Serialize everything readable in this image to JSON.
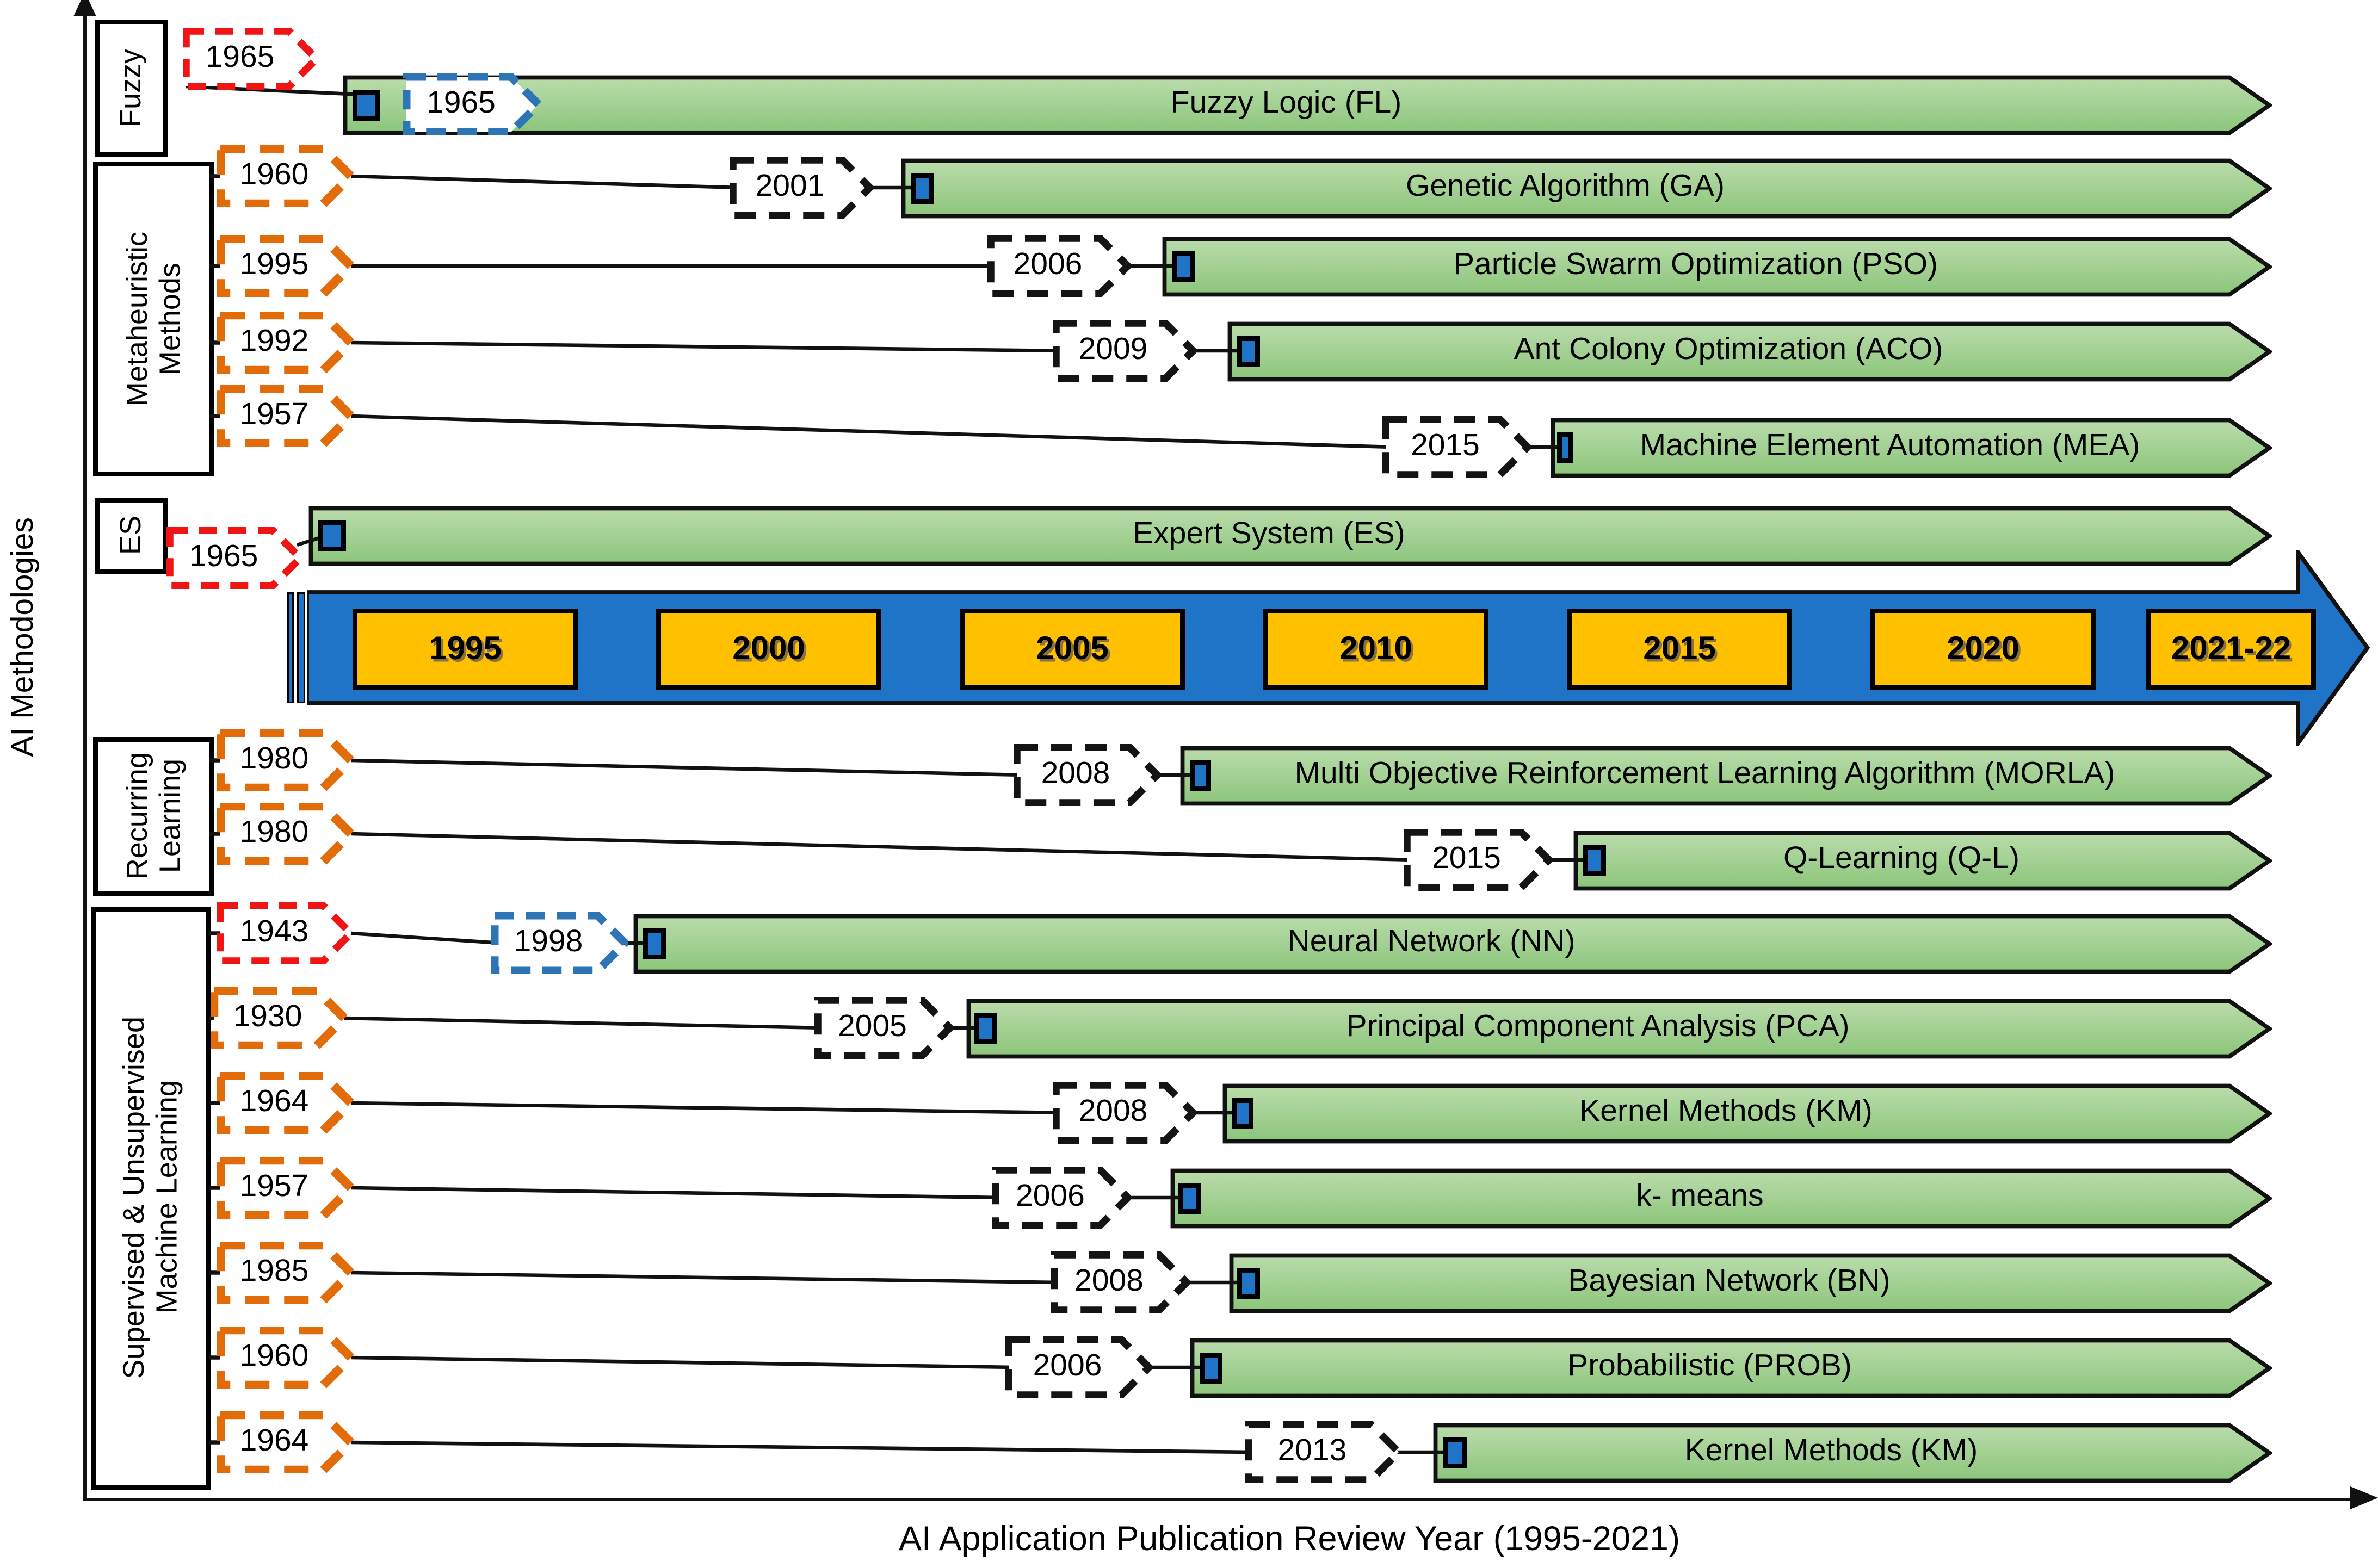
{
  "axes": {
    "y_label": "AI Methodologies",
    "x_label": "AI Application Publication Review Year (1995-2021)"
  },
  "timeline": {
    "years": [
      "1995",
      "2000",
      "2005",
      "2010",
      "2015",
      "2020",
      "2021-22"
    ]
  },
  "categories": [
    {
      "label": "Fuzzy"
    },
    {
      "label": "Metaheuristic\nMethods"
    },
    {
      "label": "ES"
    },
    {
      "label": "Recurring\nLearning"
    },
    {
      "label": "Supervised & Unsupervised\nMachine Learning"
    }
  ],
  "rows": [
    {
      "method": "Fuzzy Logic (FL)",
      "invention_year": "1965",
      "publication_year": "1965",
      "invention_badge": "red",
      "publication_badge": "blue",
      "category": "Fuzzy"
    },
    {
      "method": "Genetic Algorithm (GA)",
      "invention_year": "1960",
      "publication_year": "2001",
      "invention_badge": "orange",
      "publication_badge": "black",
      "category": "Metaheuristic Methods"
    },
    {
      "method": "Particle Swarm Optimization (PSO)",
      "invention_year": "1995",
      "publication_year": "2006",
      "invention_badge": "orange",
      "publication_badge": "black",
      "category": "Metaheuristic Methods"
    },
    {
      "method": "Ant Colony Optimization (ACO)",
      "invention_year": "1992",
      "publication_year": "2009",
      "invention_badge": "orange",
      "publication_badge": "black",
      "category": "Metaheuristic Methods"
    },
    {
      "method": "Machine Element Automation (MEA)",
      "invention_year": "1957",
      "publication_year": "2015",
      "invention_badge": "orange",
      "publication_badge": "black",
      "category": "Metaheuristic Methods"
    },
    {
      "method": "Expert System (ES)",
      "invention_year": "1965",
      "publication_year": "",
      "invention_badge": "red",
      "publication_badge": "none",
      "category": "ES"
    },
    {
      "method": "Multi Objective Reinforcement Learning Algorithm (MORLA)",
      "invention_year": "1980",
      "publication_year": "2008",
      "invention_badge": "orange",
      "publication_badge": "black",
      "category": "Recurring Learning"
    },
    {
      "method": "Q-Learning (Q-L)",
      "invention_year": "1980",
      "publication_year": "2015",
      "invention_badge": "orange",
      "publication_badge": "black",
      "category": "Recurring Learning"
    },
    {
      "method": "Neural Network (NN)",
      "invention_year": "1943",
      "publication_year": "1998",
      "invention_badge": "red",
      "publication_badge": "blue",
      "category": "Supervised & Unsupervised Machine Learning"
    },
    {
      "method": "Principal Component Analysis (PCA)",
      "invention_year": "1930",
      "publication_year": "2005",
      "invention_badge": "orange",
      "publication_badge": "black",
      "category": "Supervised & Unsupervised Machine Learning"
    },
    {
      "method": "Kernel Methods (KM)",
      "invention_year": "1964",
      "publication_year": "2008",
      "invention_badge": "orange",
      "publication_badge": "black",
      "category": "Supervised & Unsupervised Machine Learning"
    },
    {
      "method": "k- means",
      "invention_year": "1957",
      "publication_year": "2006",
      "invention_badge": "orange",
      "publication_badge": "black",
      "category": "Supervised & Unsupervised Machine Learning"
    },
    {
      "method": "Bayesian Network (BN)",
      "invention_year": "1985",
      "publication_year": "2008",
      "invention_badge": "orange",
      "publication_badge": "black",
      "category": "Supervised & Unsupervised Machine Learning"
    },
    {
      "method": "Probabilistic (PROB)",
      "invention_year": "1960",
      "publication_year": "2006",
      "invention_badge": "orange",
      "publication_badge": "black",
      "category": "Supervised & Unsupervised Machine Learning"
    },
    {
      "method": "Kernel Methods (KM)",
      "invention_year": "1964",
      "publication_year": "2013",
      "invention_badge": "orange",
      "publication_badge": "black",
      "category": "Supervised & Unsupervised Machine Learning"
    }
  ],
  "colors": {
    "bar_green_top": "#BADCAB",
    "bar_green_bottom": "#8CC57B",
    "timeline_blue": "#1F74C8",
    "year_box_yellow": "#FFC000",
    "badge_orange": "#E36C0A",
    "badge_red": "#F01414",
    "badge_blue": "#2E75B6",
    "badge_black": "#141414"
  }
}
